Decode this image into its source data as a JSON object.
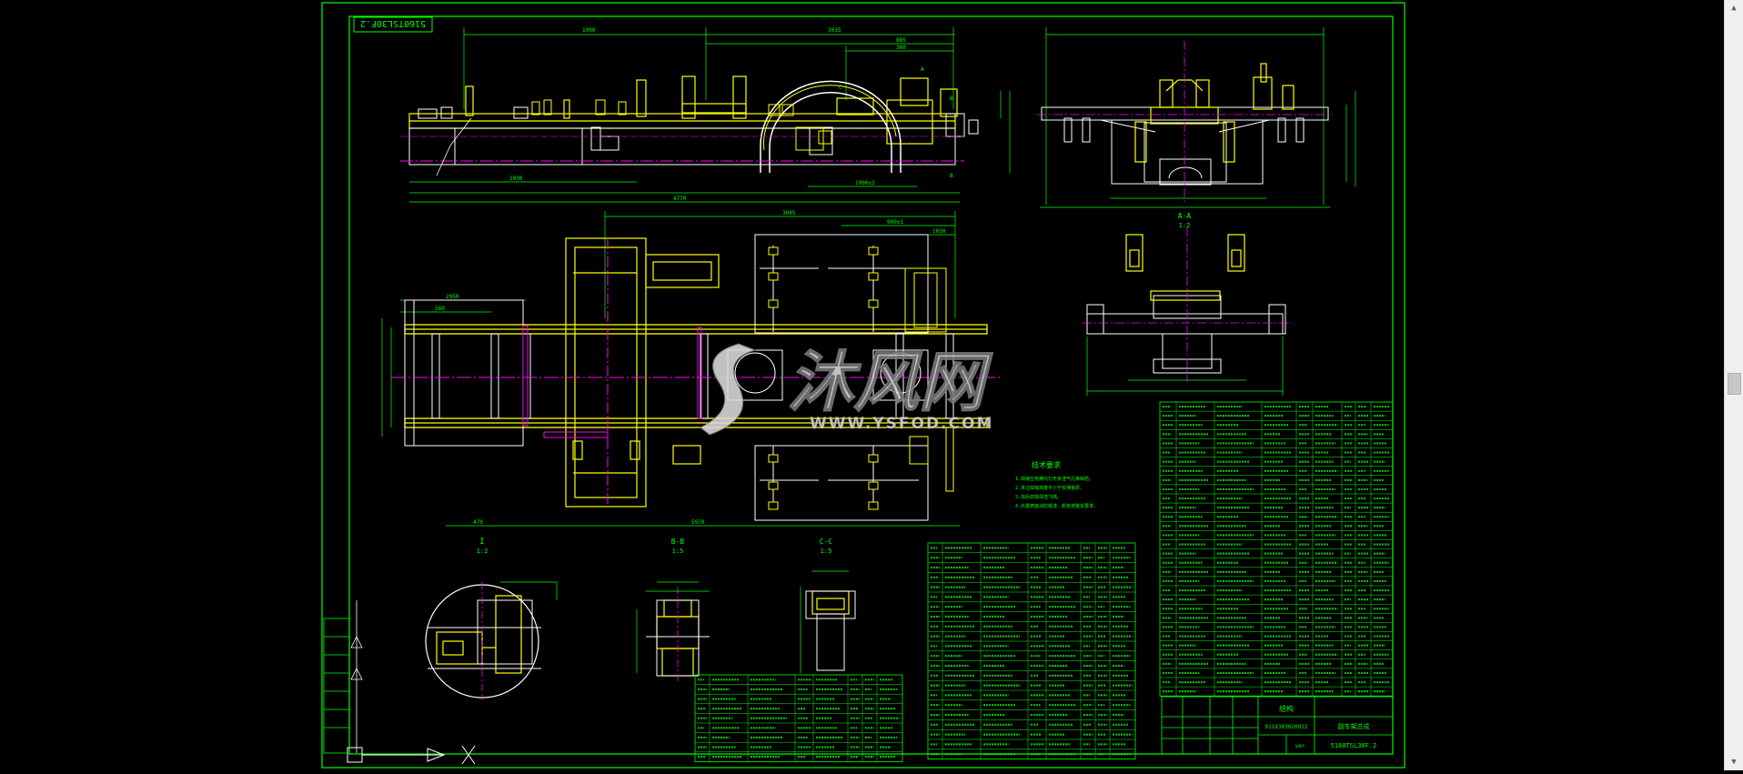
{
  "drawing": {
    "code": "5160TSL30F.2",
    "title_code": "5160TSL30F.2",
    "part_no": "0116303020022",
    "rev": "ver",
    "company_cell": "结构",
    "name_cell": "副车架总成"
  },
  "views": {
    "section_aa": "A-A",
    "scale_aa": "1:2",
    "detail_i": "I",
    "scale_i": "1:2",
    "section_bb": "B-B",
    "scale_bb": "1:5",
    "section_cc": "C-C",
    "scale_cc": "1:5"
  },
  "notes": {
    "title": "技术要求",
    "lines": [
      "1.焊缝应饱满均匀无夹渣气孔等缺陷。",
      "2.未注焊缝高度不小于较薄板厚。",
      "3.焊后去除焊渣飞溅。",
      "4.外露表面涂防锈漆，颜色按整车要求。"
    ]
  },
  "watermark": {
    "brand": "沐风网",
    "url": "WWW.YSFOD.COM"
  },
  "bom_columns": [
    "序号",
    "代号",
    "名称",
    "数量",
    "材料",
    "单重",
    "总重",
    "备注"
  ],
  "icons": {
    "ucs": "ucs-axis-icon",
    "scroll_up": "chevron-up-icon",
    "scroll_down": "chevron-down-icon"
  },
  "colors": {
    "frame": "#00ff00",
    "geometry": "#ffffff",
    "dimension": "#00ff00",
    "centerline": "#ff00ff",
    "part_outline": "#ffff00",
    "hidden": "#00ffff",
    "title_text": "#00ff00"
  }
}
